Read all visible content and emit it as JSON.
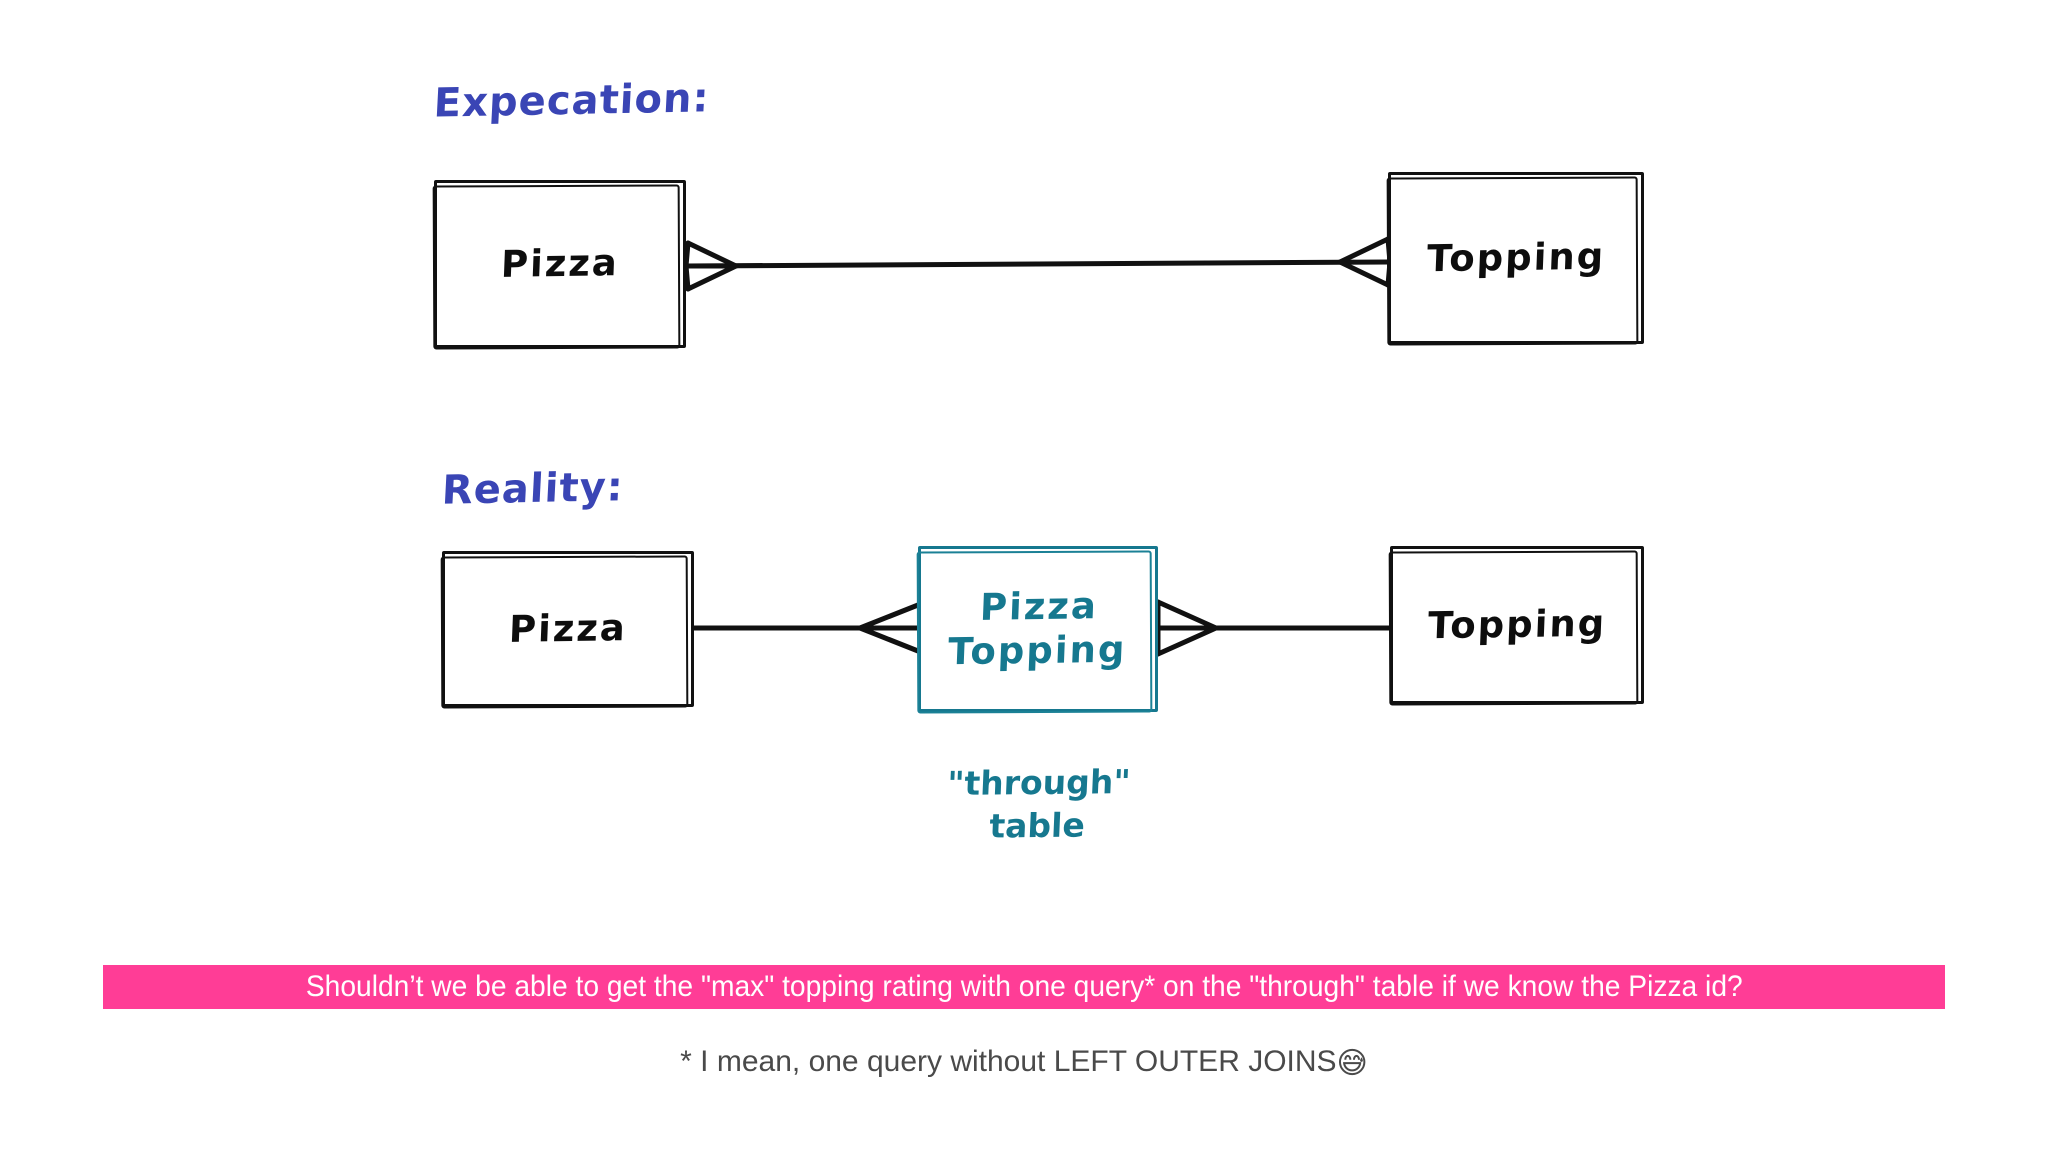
{
  "slide": {
    "background_color": "#ffffff",
    "accent_blue": "#3a45b5",
    "accent_teal": "#16788f",
    "accent_pink": "#ff3d96",
    "ink_black": "#111111"
  },
  "sections": [
    {
      "id": "expectation",
      "heading": "Expecation:",
      "entities": [
        {
          "id": "pizza-exp",
          "label": "Pizza",
          "color": "black"
        },
        {
          "id": "topping-exp",
          "label": "Topping",
          "color": "black"
        }
      ],
      "relationship": {
        "left_cardinality": "many",
        "right_cardinality": "many",
        "notation": "crows-foot"
      }
    },
    {
      "id": "reality",
      "heading": "Reality:",
      "entities": [
        {
          "id": "pizza-real",
          "label": "Pizza",
          "color": "black"
        },
        {
          "id": "pizza-topping-real",
          "label": "Pizza\nTopping",
          "color": "teal"
        },
        {
          "id": "topping-real",
          "label": "Topping",
          "color": "black"
        }
      ],
      "relationship": {
        "left_cardinality": "one-to-many",
        "right_cardinality": "many-to-one",
        "notation": "crows-foot"
      },
      "caption": "\"through\"\ntable"
    }
  ],
  "question_banner": {
    "text": "Shouldn’t we be able to get the \"max\" topping rating with one query* on the \"through\" table if we know the Pizza id?",
    "background_color": "#ff3d96",
    "text_color": "#ffffff"
  },
  "footnote": {
    "text": "* I mean, one query without LEFT OUTER JOINS",
    "emoji": "😅",
    "emoji_name": "grinning-face-with-sweat"
  }
}
